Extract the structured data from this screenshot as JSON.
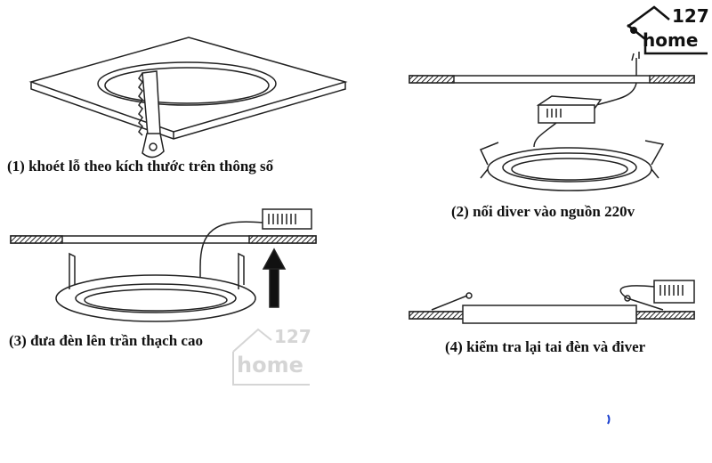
{
  "steps": [
    {
      "caption": "(1) khoét lỗ theo kích thước trên thông số"
    },
    {
      "caption": "(2) nối diver vào nguồn 220v"
    },
    {
      "caption": "(3) đưa đèn lên trần thạch cao"
    },
    {
      "caption": "(4) kiểm tra lại tai đèn và điver"
    }
  ],
  "logo": {
    "number": "127",
    "word": "home"
  },
  "watermark": {
    "number": "127",
    "word": "home"
  }
}
